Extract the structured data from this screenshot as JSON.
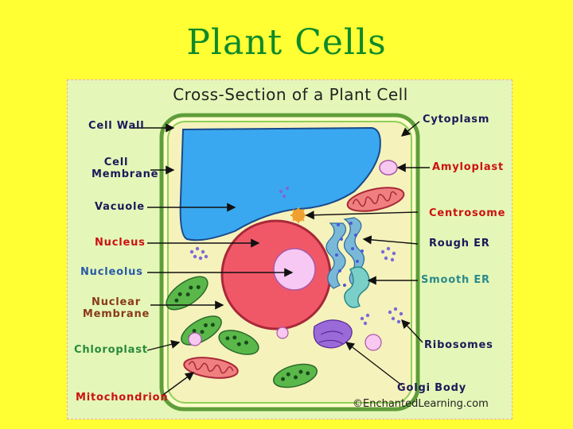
{
  "slide": {
    "title": "Plant Cells"
  },
  "diagram": {
    "title": "Cross-Section of a Plant Cell",
    "credit": "©EnchantedLearning.com",
    "labels": {
      "cell_wall": "Cell Wall",
      "cell_membrane_1": "Cell",
      "cell_membrane_2": "Membrane",
      "vacuole": "Vacuole",
      "nucleus": "Nucleus",
      "nucleolus": "Nucleolus",
      "nuclear_membrane_1": "Nuclear",
      "nuclear_membrane_2": "Membrane",
      "chloroplast": "Chloroplast",
      "mitochondrion": "Mitochondrion",
      "cytoplasm": "Cytoplasm",
      "amyloplast": "Amyloplast",
      "centrosome": "Centrosome",
      "rough_er": "Rough ER",
      "smooth_er": "Smooth ER",
      "ribosomes": "Ribosomes",
      "golgi_body": "Golgi Body"
    }
  },
  "colors": {
    "background": "#ffff33",
    "title": "#0f8a2a",
    "panel": "#e4f7b8",
    "cell_wall": "#6aaa3a",
    "cytoplasm": "#f5f0b8",
    "vacuole": "#3aaaf0",
    "nucleus": "#f05060",
    "nucleolus": "#f8c8f0"
  }
}
